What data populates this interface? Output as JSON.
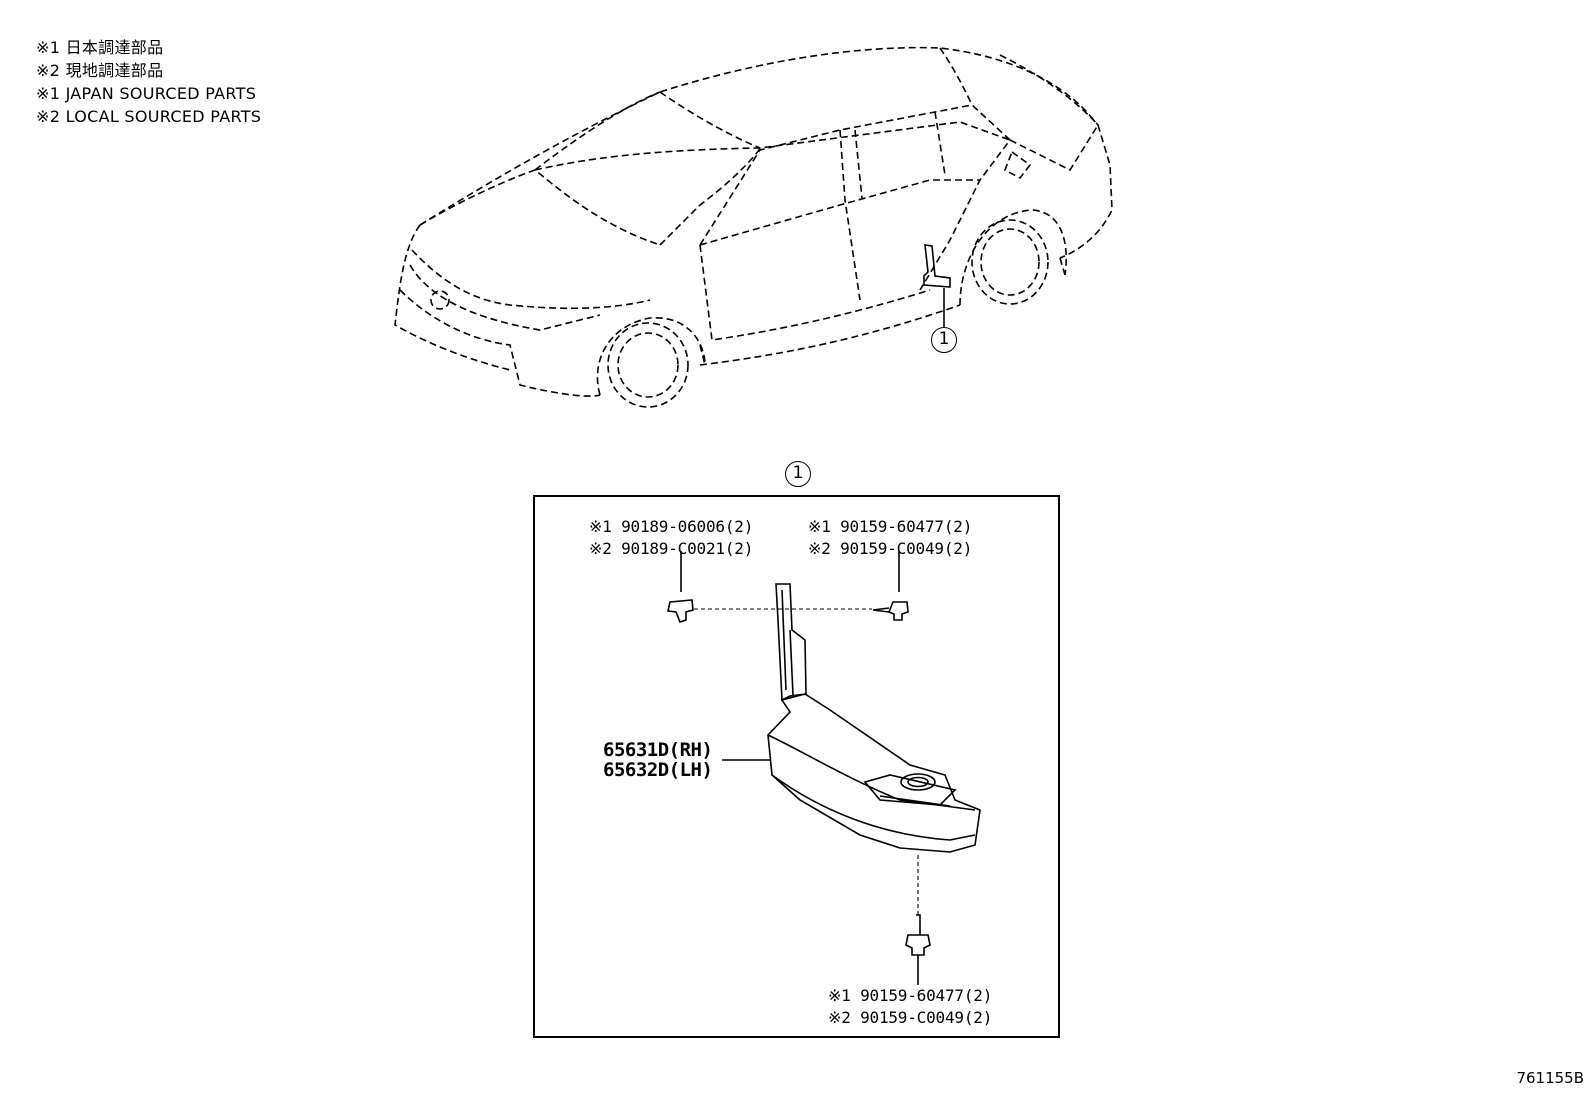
{
  "legend": {
    "line1": "※1 日本調達部品",
    "line2": "※2 現地調達部品",
    "line3": "※1 JAPAN SOURCED PARTS",
    "line4": "※2 LOCAL SOURCED PARTS"
  },
  "callouts": {
    "car": "1",
    "detail": "1"
  },
  "parts": {
    "clip_top_left": {
      "line1": "※1 90189-06006(2)",
      "line2": "※2 90189-C0021(2)"
    },
    "screw_top_right": {
      "line1": "※1 90159-60477(2)",
      "line2": "※2 90159-C0049(2)"
    },
    "main_part": {
      "rh": "65631D(RH)",
      "lh": "65632D(LH)"
    },
    "screw_bottom": {
      "line1": "※1 90159-60477(2)",
      "line2": "※2 90159-C0049(2)"
    }
  },
  "illustration_code": "761155B"
}
